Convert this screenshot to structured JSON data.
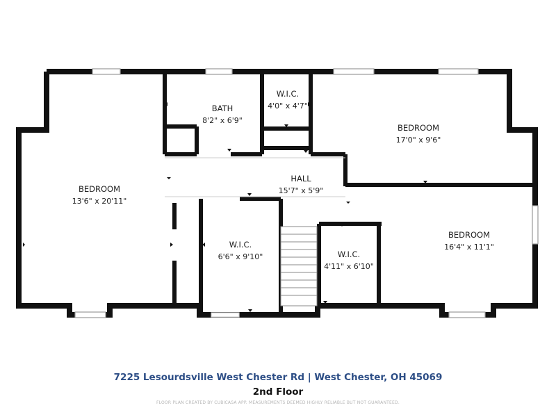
{
  "rooms": {
    "bedroom_left": {
      "name": "BEDROOM",
      "dims": "13'6\" x 20'11\""
    },
    "bath": {
      "name": "BATH",
      "dims": "8'2\" x 6'9\""
    },
    "wic_top": {
      "name": "W.I.C.",
      "dims": "4'0\" x 4'7\""
    },
    "bedroom_top_right": {
      "name": "BEDROOM",
      "dims": "17'0\" x 9'6\""
    },
    "hall": {
      "name": "HALL",
      "dims": "15'7\" x 5'9\""
    },
    "wic_center": {
      "name": "W.I.C.",
      "dims": "6'6\" x 9'10\""
    },
    "wic_small": {
      "name": "W.I.C.",
      "dims": "4'11\" x 6'10\""
    },
    "bedroom_bottom_right": {
      "name": "BEDROOM",
      "dims": "16'4\" x 11'1\""
    }
  },
  "footer": {
    "address": "7225 Lesourdsville West Chester Rd | West Chester, OH 45069",
    "floor": "2nd Floor",
    "disclaimer": "FLOOR PLAN CREATED BY CUBICASA APP. MEASUREMENTS DEEMED HIGHLY RELIABLE BUT NOT GUARANTEED."
  },
  "colors": {
    "wall": "#111111",
    "window": "#9a9a9a",
    "address": "#2d4e86"
  }
}
